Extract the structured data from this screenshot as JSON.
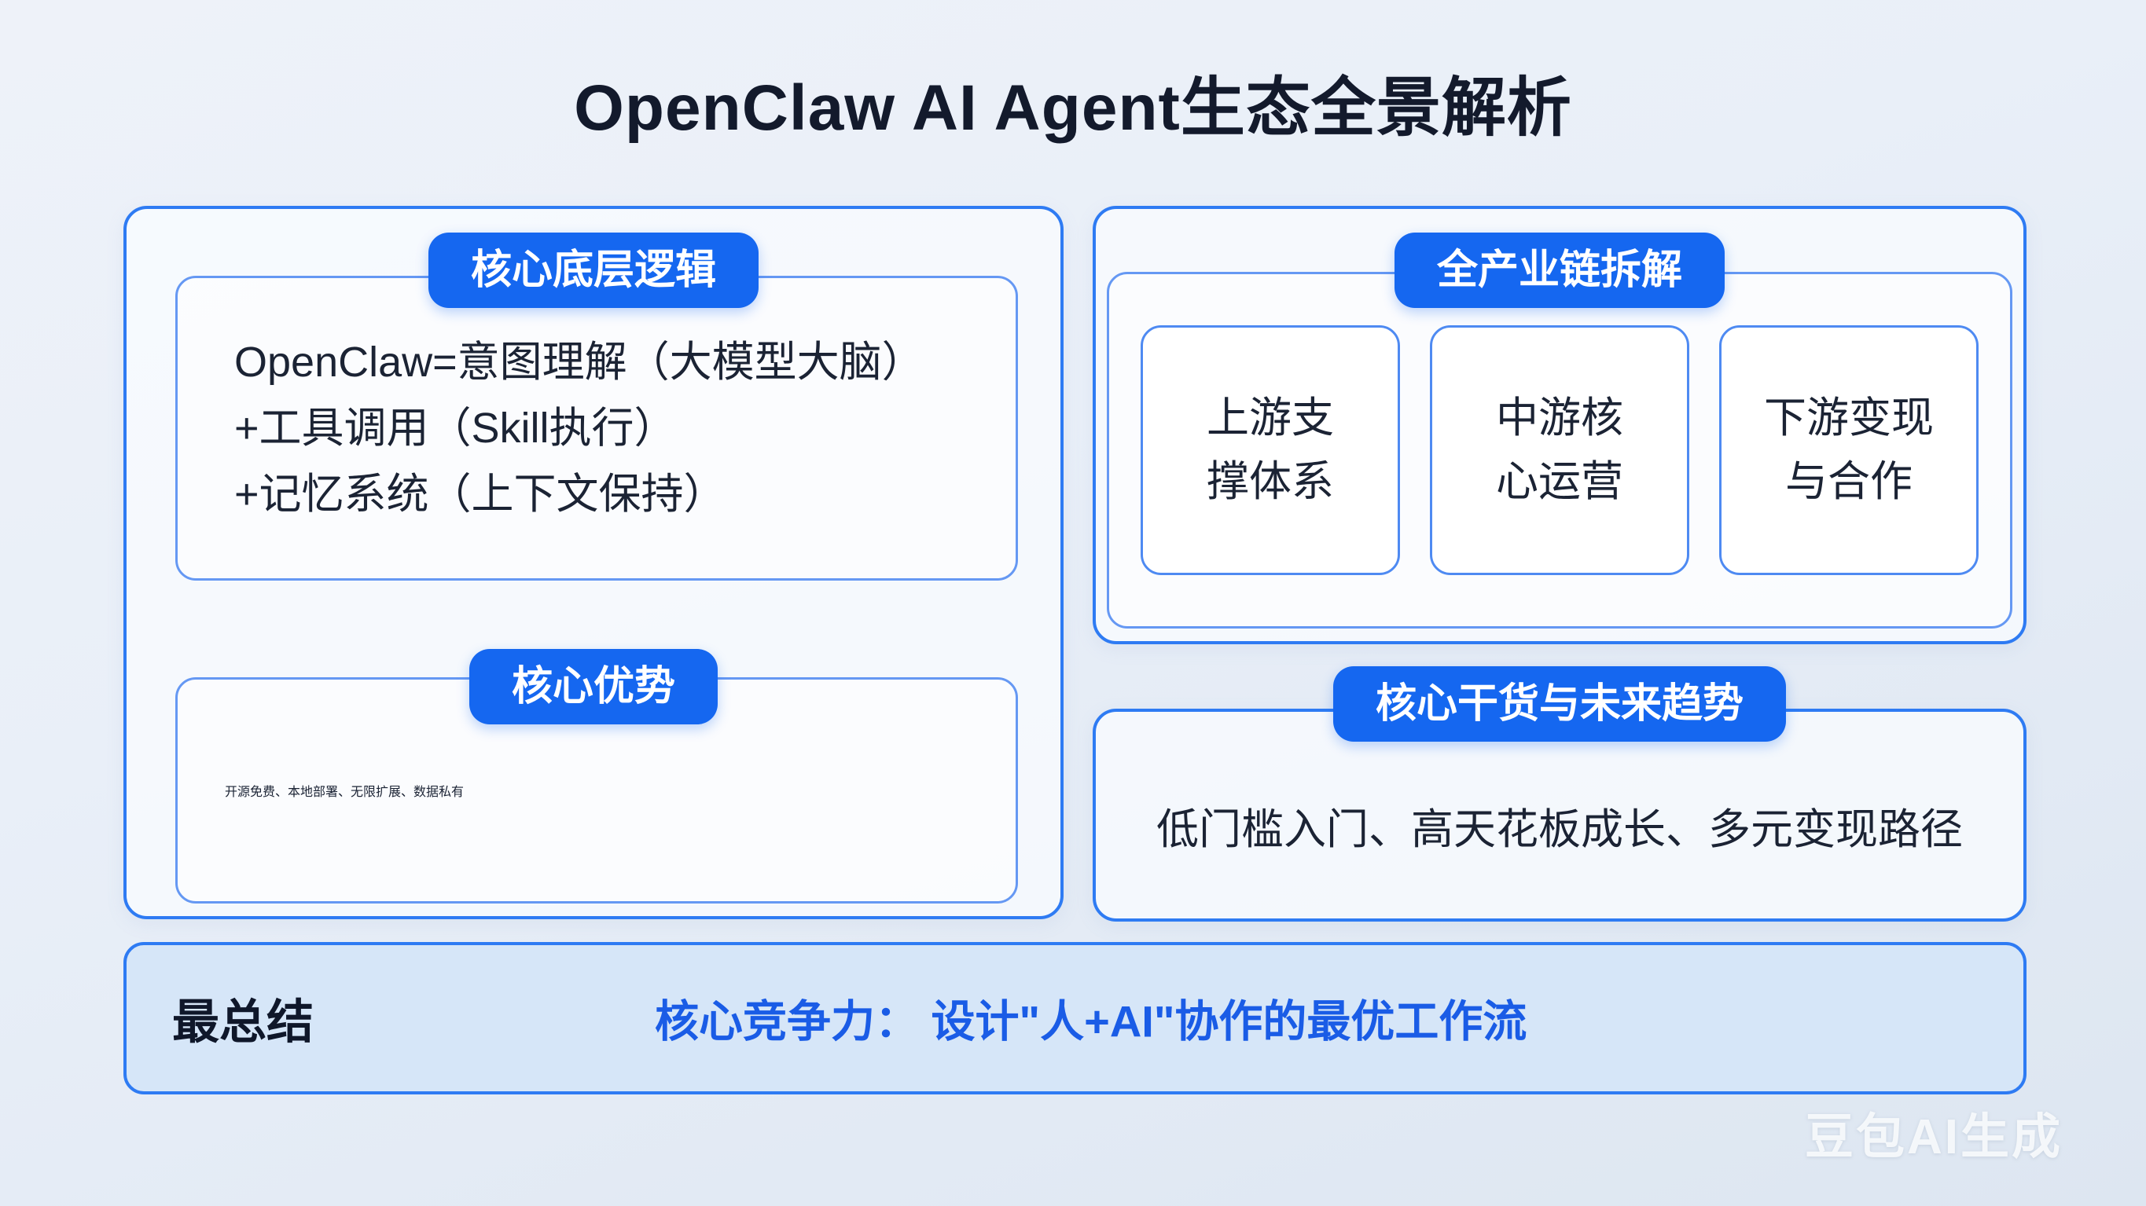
{
  "title": "OpenClaw AI Agent生态全景解析",
  "colors": {
    "badge_blue": "#1567f0",
    "panel_border_blue": "#2e7bf3",
    "inner_border_blue": "#6598f3",
    "text_dark": "#1b2334",
    "highlight_blue": "#1a5ce6",
    "summary_bg": "#d6e6f8"
  },
  "left_panel": {
    "section1": {
      "badge": "核心底层逻辑",
      "lines": [
        "OpenClaw=意图理解（大模型大脑）",
        "+工具调用（Skill执行）",
        "+记忆系统（上下文保持）"
      ]
    },
    "section2": {
      "badge": "核心优势",
      "text": "开源免费、本地部署、无限扩展、数据私有"
    }
  },
  "right_panel_top": {
    "badge": "全产业链拆解",
    "cards": [
      {
        "line1": "上游支",
        "line2": "撑体系"
      },
      {
        "line1": "中游核",
        "line2": "心运营"
      },
      {
        "line1": "下游变现",
        "line2": "与合作"
      }
    ]
  },
  "right_panel_bottom": {
    "badge": "核心干货与未来趋势",
    "text": "低门槛入门、高天花板成长、多元变现路径"
  },
  "summary_bar": {
    "label": "最总结",
    "text": "核心竞争力： 设计\"人+AI\"协作的最优工作流"
  },
  "watermark": "豆包AI生成"
}
